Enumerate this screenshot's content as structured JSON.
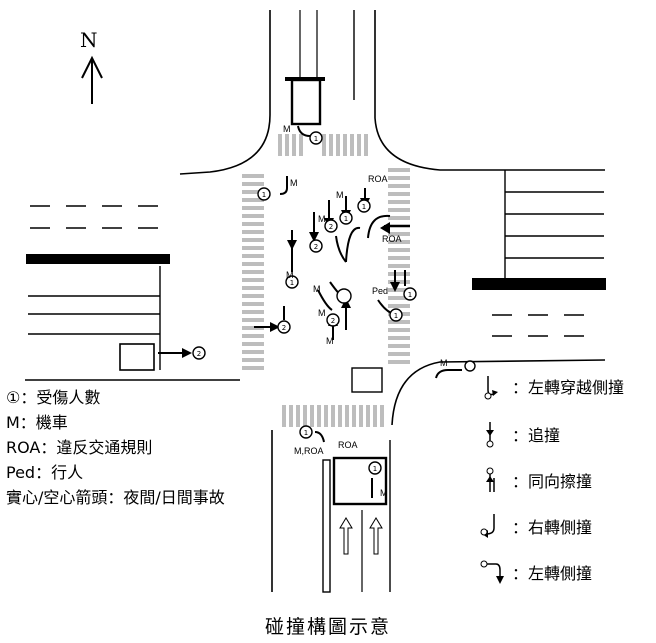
{
  "north_label": "N",
  "caption": "碰撞構圖示意",
  "legend_left": {
    "victims": "①：受傷人數",
    "motorcycle": "M：機車",
    "roa": "ROA：違反交通規則",
    "ped": "Ped：行人",
    "arrow_fill": "實心/空心箭頭：夜間/日間事故"
  },
  "legend_right": {
    "left_turn_cross": "：左轉穿越側撞",
    "rear_end": "：追撞",
    "same_dir_sideswipe": "：同向擦撞",
    "right_turn_side": "：右轉側撞",
    "left_turn_side": "：左轉側撞"
  },
  "tags": {
    "m": "M",
    "roa": "ROA",
    "m_roa": "M,ROA",
    "ped": "Ped",
    "one": "1",
    "two": "2"
  },
  "colors": {
    "ink": "#000000",
    "crosswalk": "#bdbdbd",
    "paper": "#ffffff"
  }
}
